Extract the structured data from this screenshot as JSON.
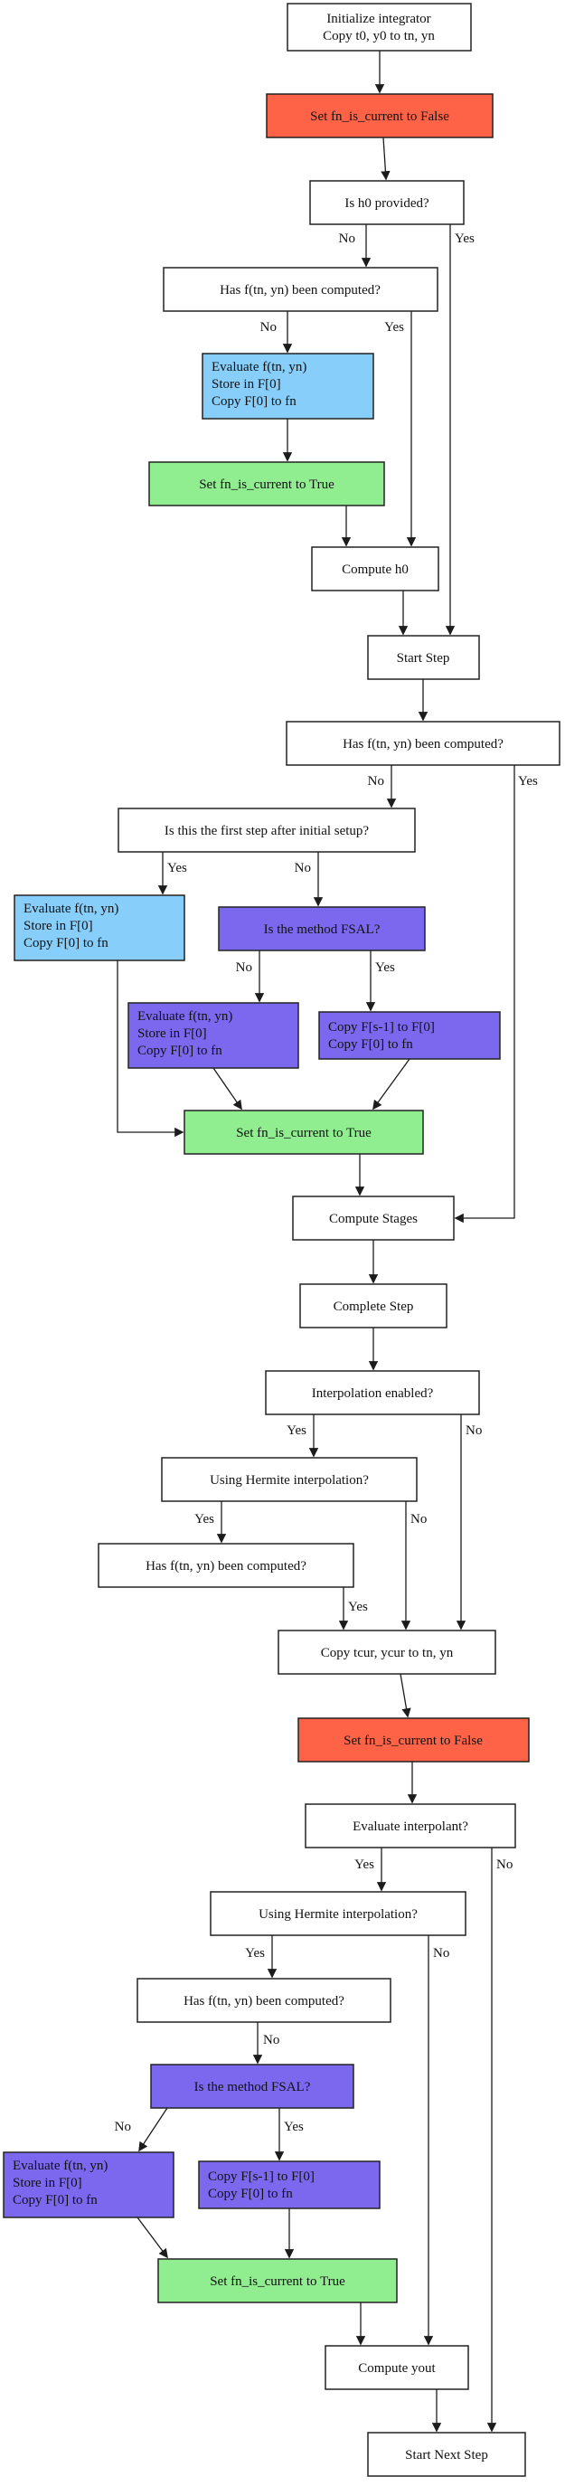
{
  "diagram": {
    "type": "flowchart",
    "description": "ODE integrator step logic flowchart",
    "background": "#ffffff",
    "colors": {
      "box_default": "#ffffff",
      "box_set_false": "#ff6347",
      "box_eval_initial": "#87cefa",
      "box_fsal": "#7b68ee",
      "box_set_true": "#90ee90",
      "border": "#222222",
      "edge": "#1c1c1c"
    },
    "labels": {
      "yes": "Yes",
      "no": "No"
    },
    "nodes": {
      "init": {
        "lines": [
          "Initialize integrator",
          "Copy t0, y0 to tn, yn"
        ]
      },
      "set_false_1": {
        "lines": [
          "Set fn_is_current to False"
        ]
      },
      "is_h0_provided": {
        "lines": [
          "Is h0 provided?"
        ]
      },
      "f_computed_1": {
        "lines": [
          "Has f(tn, yn) been computed?"
        ]
      },
      "eval_f_1": {
        "lines": [
          "Evaluate f(tn, yn)",
          "Store in F[0]",
          "Copy F[0] to fn"
        ]
      },
      "set_true_1": {
        "lines": [
          "Set fn_is_current to True"
        ]
      },
      "compute_h0": {
        "lines": [
          "Compute h0"
        ]
      },
      "start_step": {
        "lines": [
          "Start Step"
        ]
      },
      "f_computed_2": {
        "lines": [
          "Has f(tn, yn) been computed?"
        ]
      },
      "first_step": {
        "lines": [
          "Is this the first step after initial setup?"
        ]
      },
      "eval_f_2": {
        "lines": [
          "Evaluate f(tn, yn)",
          "Store in F[0]",
          "Copy F[0] to fn"
        ]
      },
      "is_fsal_1": {
        "lines": [
          "Is the method FSAL?"
        ]
      },
      "eval_f_3": {
        "lines": [
          "Evaluate f(tn, yn)",
          "Store in F[0]",
          "Copy F[0] to fn"
        ]
      },
      "copy_fsal_1": {
        "lines": [
          "Copy F[s-1] to F[0]",
          "Copy F[0] to fn"
        ]
      },
      "set_true_2": {
        "lines": [
          "Set fn_is_current to True"
        ]
      },
      "compute_stages": {
        "lines": [
          "Compute Stages"
        ]
      },
      "complete_step": {
        "lines": [
          "Complete Step"
        ]
      },
      "interp_enabled": {
        "lines": [
          "Interpolation enabled?"
        ]
      },
      "hermite_1": {
        "lines": [
          "Using Hermite interpolation?"
        ]
      },
      "f_computed_3": {
        "lines": [
          "Has f(tn, yn) been computed?"
        ]
      },
      "copy_tcur": {
        "lines": [
          "Copy tcur, ycur to tn, yn"
        ]
      },
      "set_false_2": {
        "lines": [
          "Set fn_is_current to False"
        ]
      },
      "eval_interpolant": {
        "lines": [
          "Evaluate interpolant?"
        ]
      },
      "hermite_2": {
        "lines": [
          "Using Hermite interpolation?"
        ]
      },
      "f_computed_4": {
        "lines": [
          "Has f(tn, yn) been computed?"
        ]
      },
      "is_fsal_2": {
        "lines": [
          "Is the method FSAL?"
        ]
      },
      "eval_f_4": {
        "lines": [
          "Evaluate f(tn, yn)",
          "Store in F[0]",
          "Copy F[0] to fn"
        ]
      },
      "copy_fsal_2": {
        "lines": [
          "Copy F[s-1] to F[0]",
          "Copy F[0] to fn"
        ]
      },
      "set_true_3": {
        "lines": [
          "Set fn_is_current to True"
        ]
      },
      "compute_yout": {
        "lines": [
          "Compute yout"
        ]
      },
      "start_next_step": {
        "lines": [
          "Start Next Step"
        ]
      }
    }
  }
}
